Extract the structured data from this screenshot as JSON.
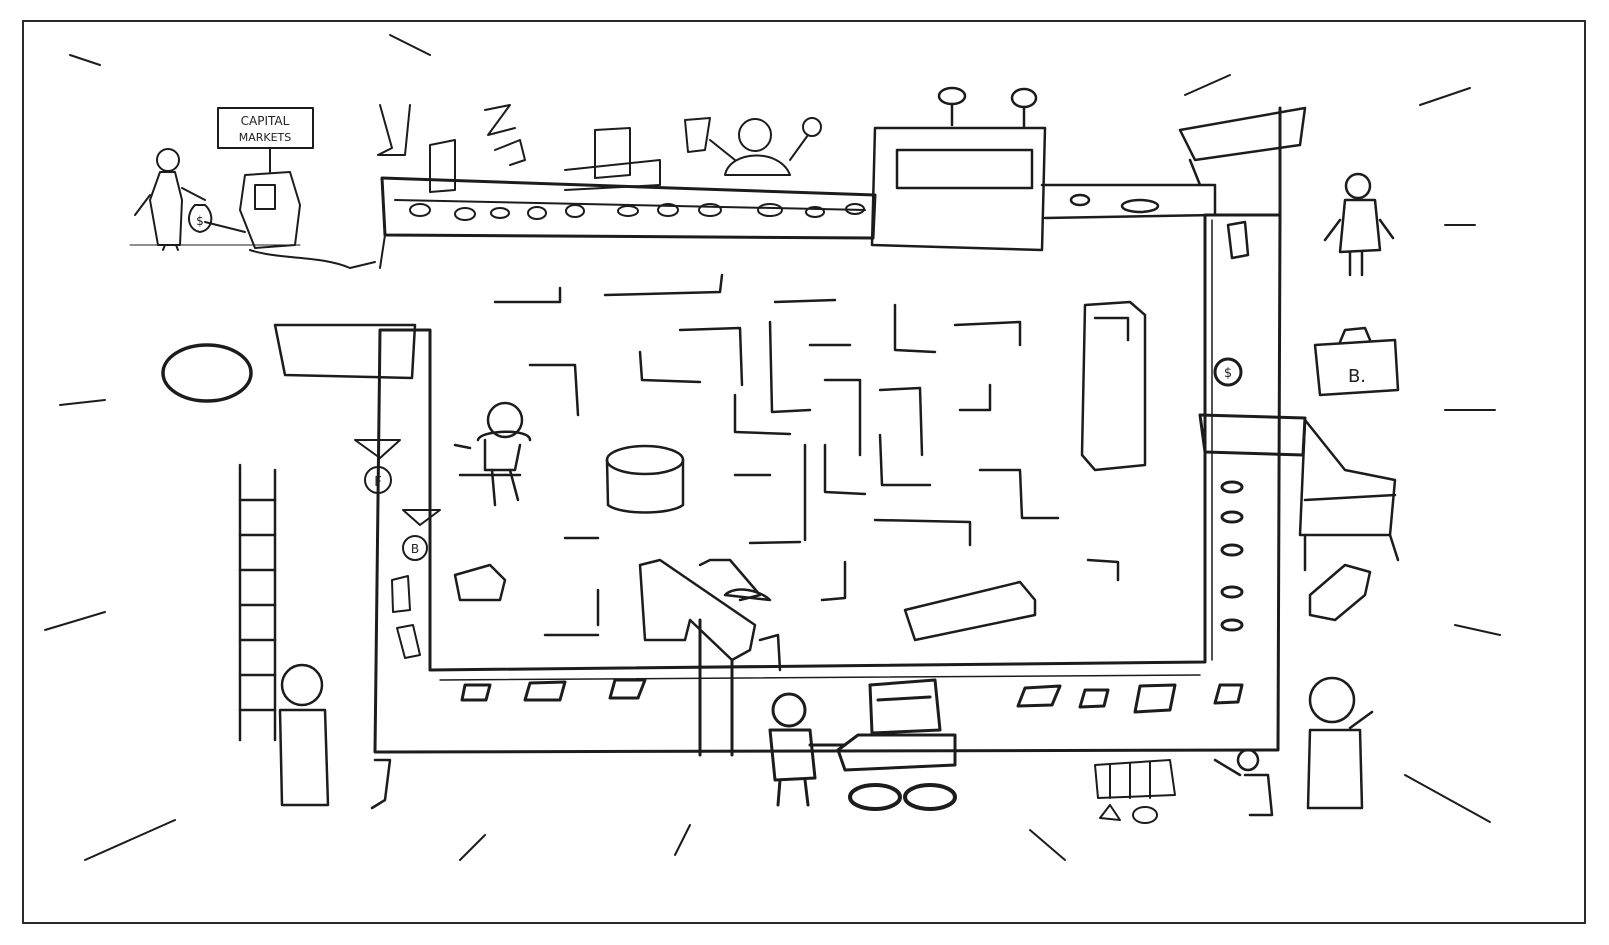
{
  "sign": {
    "line1": "CAPITAL",
    "line2": "MARKETS"
  },
  "bag_left": {
    "text": "$"
  },
  "bag_right": {
    "text": "B."
  },
  "coin_top_right": {
    "text": "$"
  },
  "chute_tokens": [
    {
      "text": "F"
    },
    {
      "text": "B"
    }
  ],
  "colors": {
    "ink": "#1c1c1c",
    "paper": "#ffffff"
  }
}
